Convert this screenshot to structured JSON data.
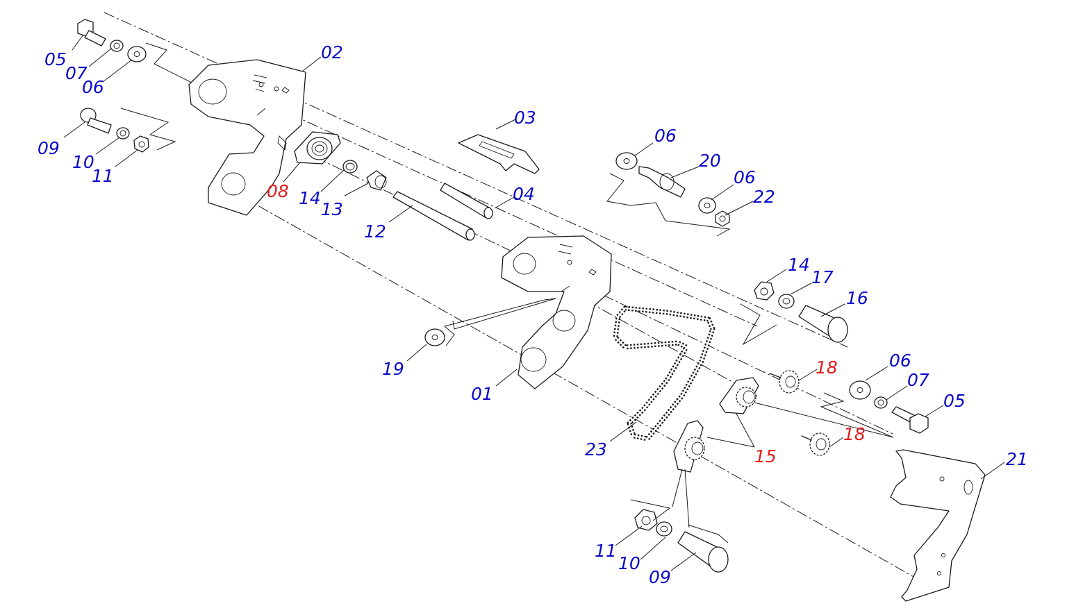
{
  "colors": {
    "label_standard": "#0a0acb",
    "label_highlight": "#e41c1c",
    "line": "#1a1a1a"
  },
  "labels": [
    {
      "id": "l-05a",
      "text": "05",
      "color": "blue"
    },
    {
      "id": "l-07a",
      "text": "07",
      "color": "blue"
    },
    {
      "id": "l-06a",
      "text": "06",
      "color": "blue"
    },
    {
      "id": "l-02",
      "text": "02",
      "color": "blue"
    },
    {
      "id": "l-09a",
      "text": "09",
      "color": "blue"
    },
    {
      "id": "l-10a",
      "text": "10",
      "color": "blue"
    },
    {
      "id": "l-11a",
      "text": "11",
      "color": "blue"
    },
    {
      "id": "l-08",
      "text": "08",
      "color": "red"
    },
    {
      "id": "l-14a",
      "text": "14",
      "color": "blue"
    },
    {
      "id": "l-13",
      "text": "13",
      "color": "blue"
    },
    {
      "id": "l-12",
      "text": "12",
      "color": "blue"
    },
    {
      "id": "l-03",
      "text": "03",
      "color": "blue"
    },
    {
      "id": "l-04",
      "text": "04",
      "color": "blue"
    },
    {
      "id": "l-06b",
      "text": "06",
      "color": "blue"
    },
    {
      "id": "l-20",
      "text": "20",
      "color": "blue"
    },
    {
      "id": "l-06c",
      "text": "06",
      "color": "blue"
    },
    {
      "id": "l-22",
      "text": "22",
      "color": "blue"
    },
    {
      "id": "l-14b",
      "text": "14",
      "color": "blue"
    },
    {
      "id": "l-17",
      "text": "17",
      "color": "blue"
    },
    {
      "id": "l-16",
      "text": "16",
      "color": "blue"
    },
    {
      "id": "l-19",
      "text": "19",
      "color": "blue"
    },
    {
      "id": "l-01",
      "text": "01",
      "color": "blue"
    },
    {
      "id": "l-18a",
      "text": "18",
      "color": "red"
    },
    {
      "id": "l-06d",
      "text": "06",
      "color": "blue"
    },
    {
      "id": "l-07b",
      "text": "07",
      "color": "blue"
    },
    {
      "id": "l-05b",
      "text": "05",
      "color": "blue"
    },
    {
      "id": "l-18b",
      "text": "18",
      "color": "red"
    },
    {
      "id": "l-23",
      "text": "23",
      "color": "blue"
    },
    {
      "id": "l-15",
      "text": "15",
      "color": "red"
    },
    {
      "id": "l-21",
      "text": "21",
      "color": "blue"
    },
    {
      "id": "l-11b",
      "text": "11",
      "color": "blue"
    },
    {
      "id": "l-10b",
      "text": "10",
      "color": "blue"
    },
    {
      "id": "l-09b",
      "text": "09",
      "color": "blue"
    }
  ]
}
